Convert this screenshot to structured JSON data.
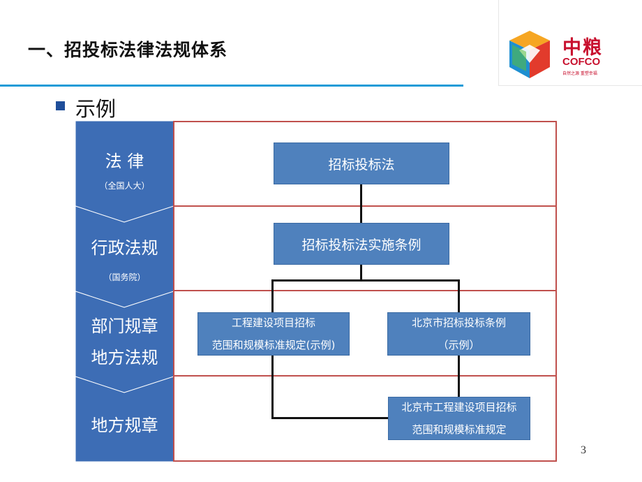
{
  "slide": {
    "title": "一、招投标法律法规体系",
    "bullet": "示例",
    "page_number": "3"
  },
  "logo": {
    "cn": "中粮",
    "en": "COFCO",
    "slogan": "自然之源 重塑幸福"
  },
  "levels": {
    "law": {
      "label": "法 律",
      "sub": "（全国人大）"
    },
    "admin": {
      "label": "行政法规",
      "sub": "（国务院）"
    },
    "dept": {
      "line1": "部门规章",
      "line2": "地方法规"
    },
    "local": {
      "label": "地方规章"
    }
  },
  "nodes": {
    "law": "招标投标法",
    "regulation": "招标投标法实施条例",
    "dept_rule": {
      "line1": "工程建设项目招标",
      "line2": "范围和规模标准规定(示例)"
    },
    "bj_rule": {
      "line1": "北京市招标投标条例",
      "line2": "（示例）"
    },
    "bj_local": {
      "line1": "北京市工程建设项目招标",
      "line2": "范围和规模标准规定"
    }
  },
  "colors": {
    "accent_blue": "#1e9bd7",
    "level_column": "#3d6db5",
    "node_fill": "#4f81bd",
    "frame_red": "#c0504d",
    "logo_red": "#c8102e"
  }
}
